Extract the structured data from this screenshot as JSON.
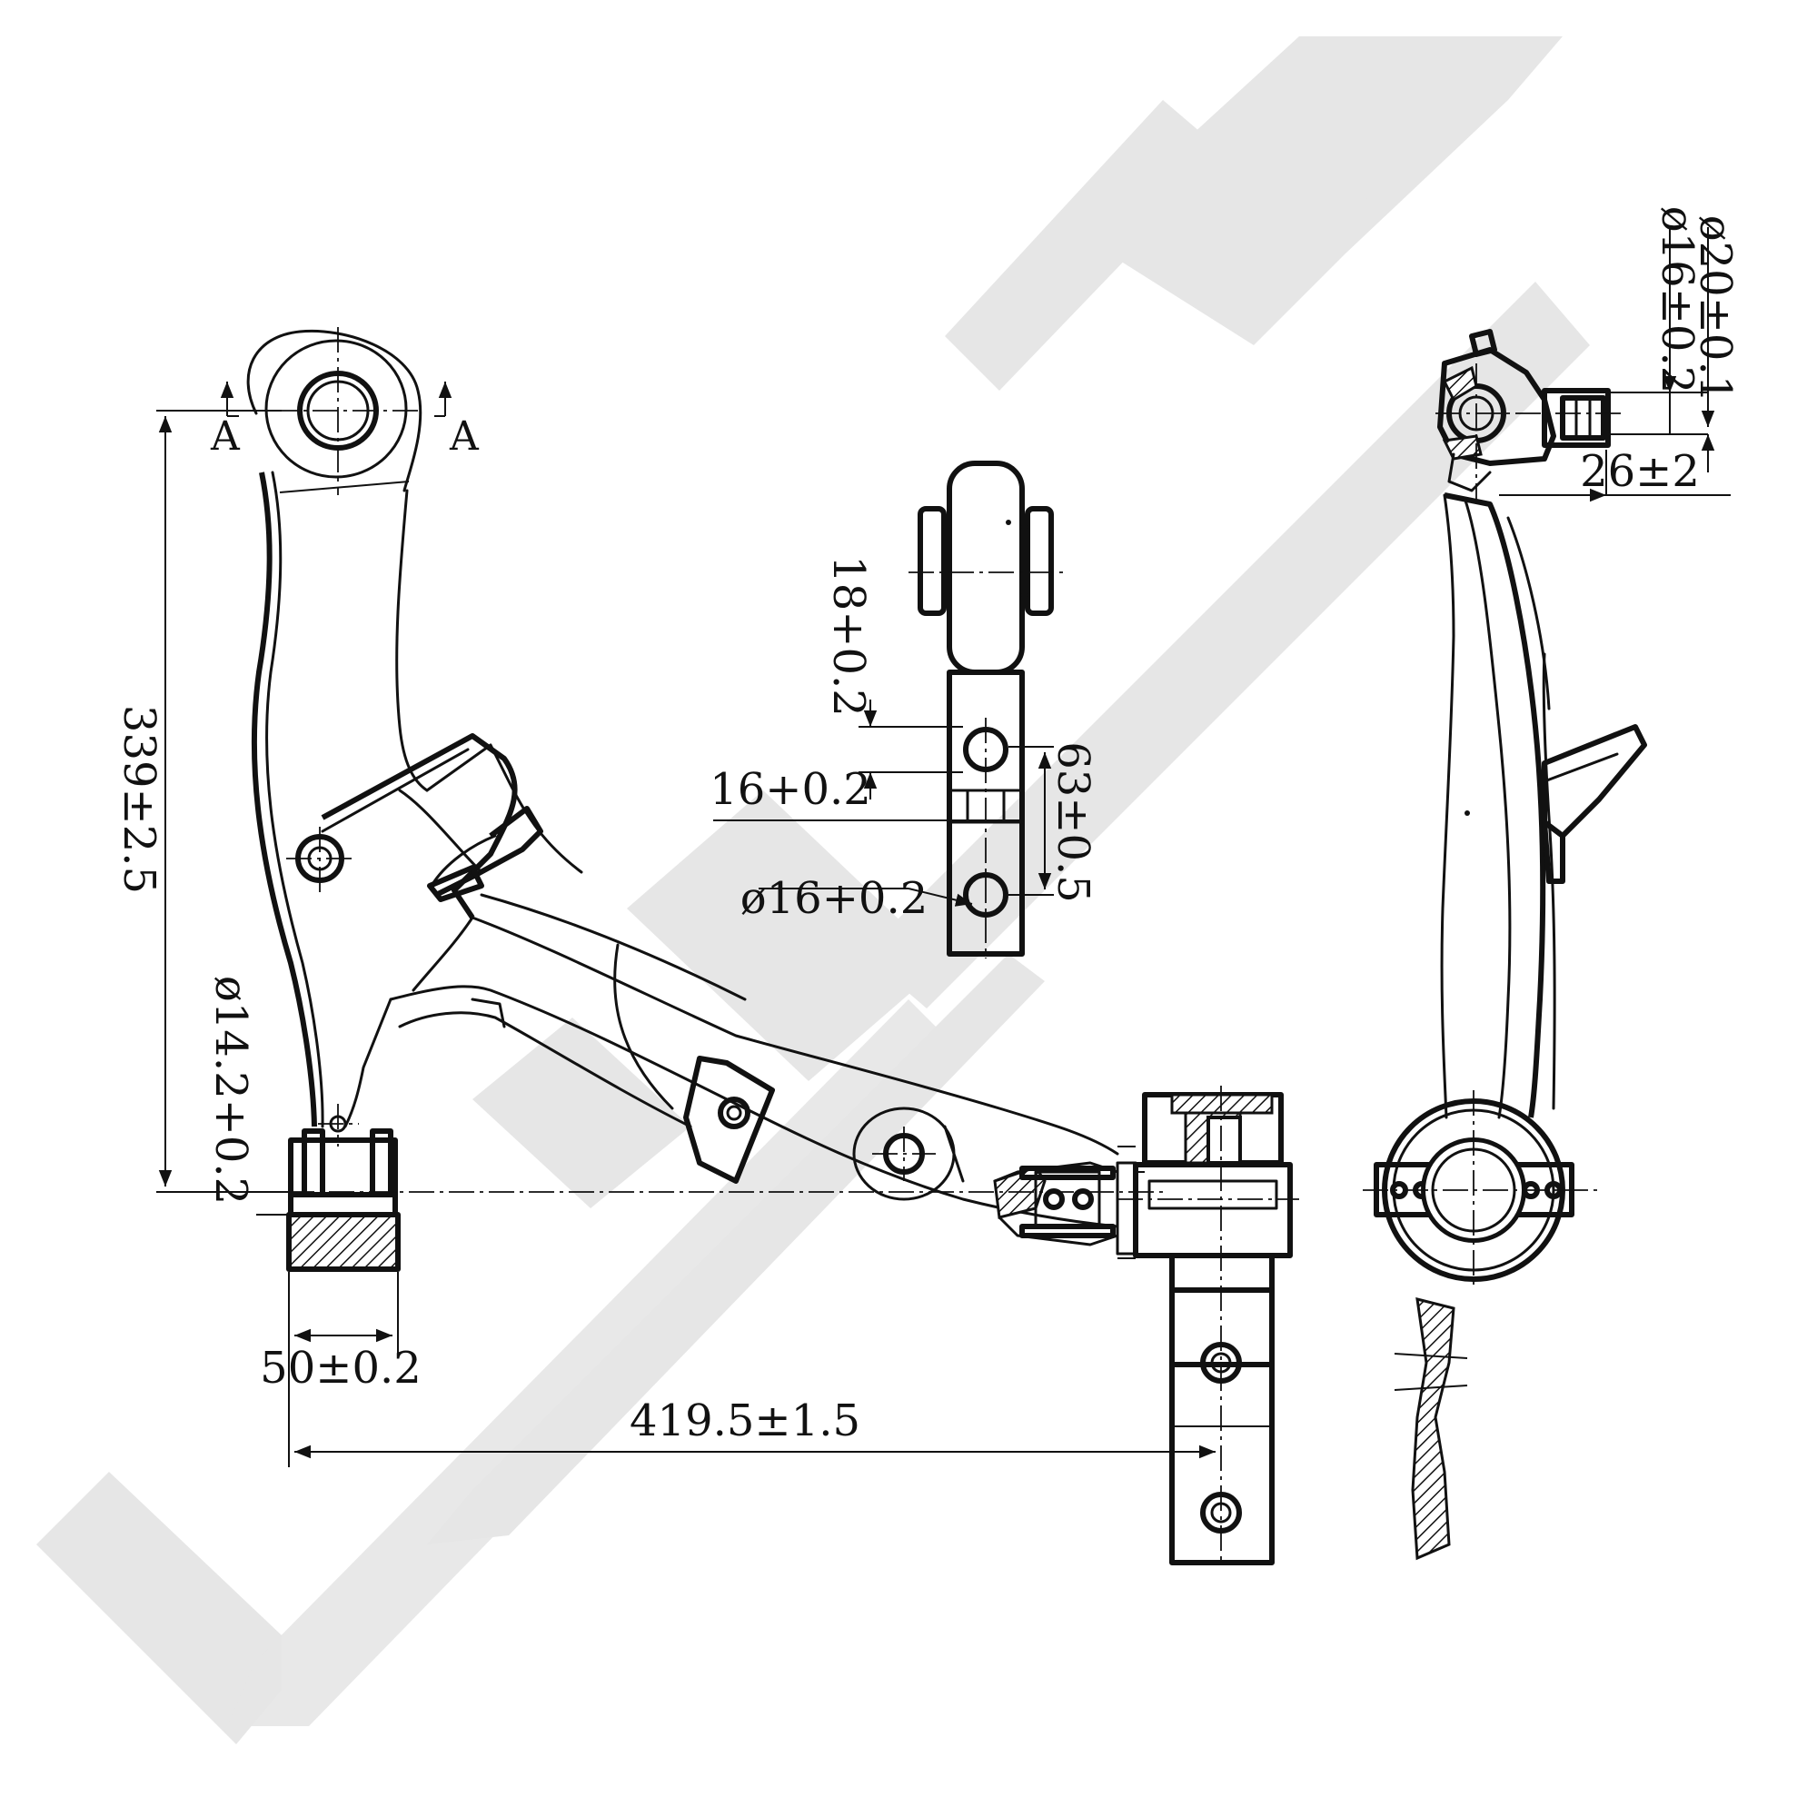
{
  "dimensions": {
    "height_339": "339±2.5",
    "bushing_dia": "ø14.2+0.2",
    "bushing_width": "50±0.2",
    "overall_length": "419.5±1.5",
    "lug_18": "18+0.2",
    "lug_16": "16+0.2",
    "lug_dia": "ø16+0.2",
    "lug_63": "63±0.5",
    "ball_dia_20": "ø20±0.1",
    "ball_dia_16": "ø16±0.2",
    "ball_26": "26±2"
  },
  "section_marks": {
    "left": "A",
    "right": "A"
  }
}
